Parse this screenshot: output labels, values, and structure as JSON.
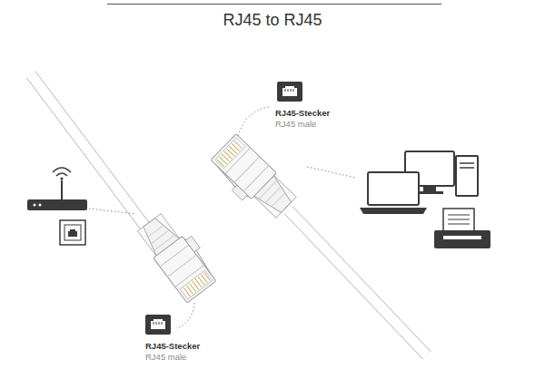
{
  "diagram": {
    "title": "RJ45 to RJ45",
    "labels": [
      "RJ45-Stecker",
      "RJ45 male",
      "RJ45-Stecker",
      "RJ45 male"
    ]
  }
}
